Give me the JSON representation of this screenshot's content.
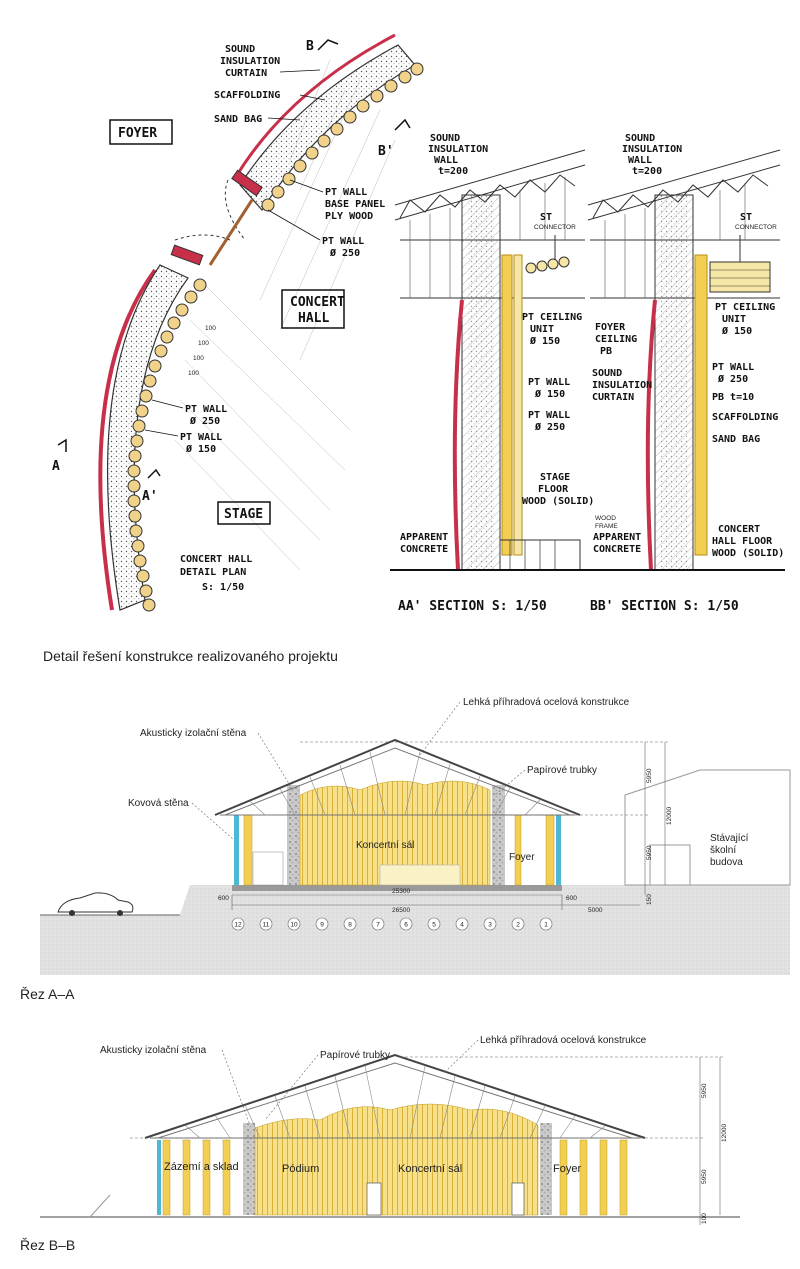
{
  "colors": {
    "yellow": "#f2cf52",
    "light_yellow": "#f7e7a6",
    "red": "#c8304a",
    "cyan": "#4cb8d4",
    "grey": "#bdbdbd",
    "line": "#333333"
  },
  "sketch": {
    "plan_labels": {
      "sound_insulation_curtain": [
        "SOUND",
        "INSULATION",
        "CURTAIN"
      ],
      "scaffolding": "SCAFFOLDING",
      "sand_bag": "SAND BAG",
      "foyer": "FOYER",
      "pt_wall_base": [
        "PT WALL",
        "BASE PANEL",
        "PLY WOOD"
      ],
      "pt_wall_250_top": [
        "PT WALL",
        "Ø 250"
      ],
      "concert_hall": [
        "CONCERT",
        "HALL"
      ],
      "dims": [
        "100",
        "100",
        "100",
        "100"
      ],
      "pt_wall_250": [
        "PT WALL",
        "Ø 250"
      ],
      "pt_wall_150": [
        "PT WALL",
        "Ø 150"
      ],
      "stage": "STAGE",
      "plan_title": [
        "CONCERT HALL",
        "DETAIL PLAN",
        "S: 1/50"
      ],
      "cut_b": "B",
      "cut_b2": "B'",
      "cut_a": "A",
      "cut_a2": "A'"
    },
    "section_aa": {
      "sound_wall": [
        "SOUND",
        "INSULATION",
        "WALL",
        "t=200"
      ],
      "st_connector": [
        "ST",
        "CONNECTOR"
      ],
      "ceiling_unit": [
        "PT CEILING",
        "UNIT",
        "Ø 150"
      ],
      "pt_wall_150": [
        "PT WALL",
        "Ø 150"
      ],
      "pt_wall_250": [
        "PT WALL",
        "Ø 250"
      ],
      "stage_floor": [
        "STAGE",
        "FLOOR",
        "WOOD (SOLID)"
      ],
      "wood_frame": [
        "WOOD",
        "FRAME"
      ],
      "apparent_concrete": [
        "APPARENT",
        "CONCRETE"
      ],
      "title": "AA' SECTION   S: 1/50"
    },
    "section_bb": {
      "sound_wall": [
        "SOUND",
        "INSULATION",
        "WALL",
        "t=200"
      ],
      "st_connector": [
        "ST",
        "CONNECTOR"
      ],
      "ceiling_unit": [
        "PT CEILING",
        "UNIT",
        "Ø 150"
      ],
      "foyer_ceiling": [
        "FOYER",
        "CEILING",
        "PB"
      ],
      "pt_wall_250": [
        "PT WALL",
        "Ø 250"
      ],
      "curtain": [
        "SOUND",
        "INSULATION",
        "CURTAIN"
      ],
      "pb": "PB t=10",
      "scaffolding": "SCAFFOLDING",
      "sand_bag": "SAND BAG",
      "floor": [
        "CONCERT",
        "HALL FLOOR",
        "WOOD (SOLID)"
      ],
      "apparent_concrete": [
        "APPARENT",
        "CONCRETE"
      ],
      "title": "BB' SECTION   S: 1/50"
    }
  },
  "captions": {
    "detail": "Detail řešení konstrukce realizovaného projektu",
    "rez_aa": "Řez A–A",
    "rez_bb": "Řez B–B"
  },
  "section_a": {
    "labels": {
      "truss": "Lehká příhradová ocelová konstrukce",
      "acoustic_wall": "Akusticky izolační stěna",
      "paper_tubes": "Papírové trubky",
      "metal_wall": "Kovová stěna",
      "concert_hall": "Koncertní sál",
      "foyer": "Foyer",
      "existing": [
        "Stávající",
        "školní",
        "budova"
      ]
    },
    "dims": {
      "top": "5950",
      "total": "12000",
      "bottom": "5950",
      "w1": "25300",
      "w2": "26500",
      "left": "600",
      "right": "600",
      "right2": "5000",
      "base": "150"
    },
    "axes": [
      "12",
      "11",
      "10",
      "9",
      "8",
      "7",
      "6",
      "5",
      "4",
      "3",
      "2",
      "1"
    ]
  },
  "section_b": {
    "labels": {
      "acoustic_wall": "Akusticky izolační stěna",
      "paper_tubes": "Papírové trubky",
      "truss": "Lehká příhradová ocelová konstrukce",
      "storage": "Zázemí a sklad",
      "podium": "Pódium",
      "concert_hall": "Koncertní sál",
      "foyer": "Foyer"
    },
    "dims": {
      "top": "5950",
      "total": "12000",
      "bottom": "5950",
      "base": "100"
    }
  }
}
